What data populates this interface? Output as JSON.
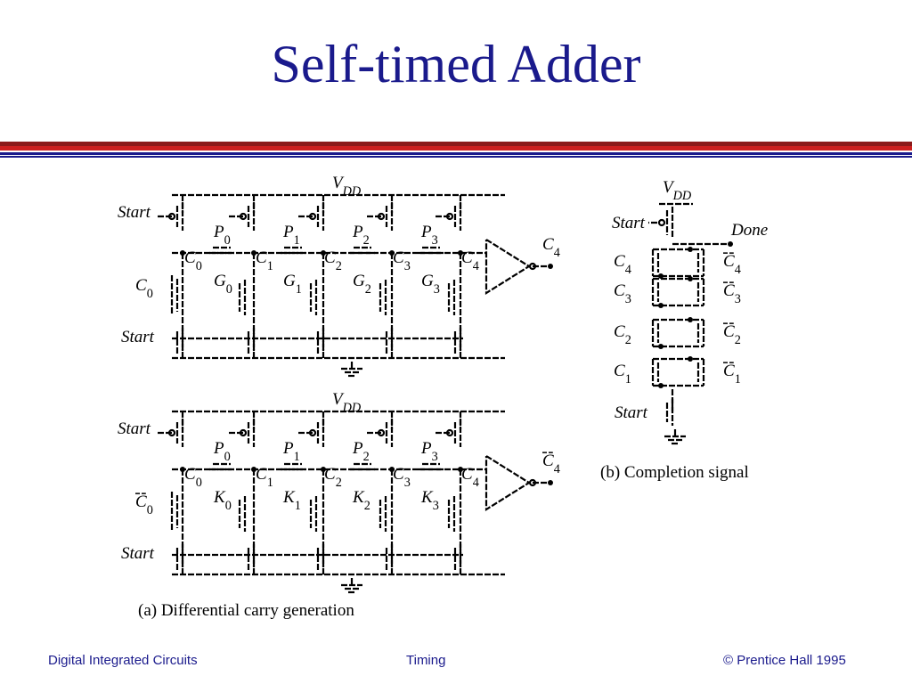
{
  "slide": {
    "title": "Self-timed Adder"
  },
  "circuit_a": {
    "caption": "(a) Differential carry generation",
    "top": {
      "vdd": "V",
      "vdd_sub": "DD",
      "start_top": "Start",
      "start_bottom": "Start",
      "c_in": "C",
      "c_in_sub": "0",
      "p": [
        {
          "b": "P",
          "s": "0"
        },
        {
          "b": "P",
          "s": "1"
        },
        {
          "b": "P",
          "s": "2"
        },
        {
          "b": "P",
          "s": "3"
        }
      ],
      "g": [
        {
          "b": "G",
          "s": "0"
        },
        {
          "b": "G",
          "s": "1"
        },
        {
          "b": "G",
          "s": "2"
        },
        {
          "b": "G",
          "s": "3"
        }
      ],
      "c": [
        {
          "b": "C",
          "s": "0"
        },
        {
          "b": "C",
          "s": "1"
        },
        {
          "b": "C",
          "s": "2"
        },
        {
          "b": "C",
          "s": "3"
        },
        {
          "b": "C",
          "s": "4"
        }
      ],
      "out": "C",
      "out_sub": "4"
    },
    "bottom": {
      "vdd": "V",
      "vdd_sub": "DD",
      "start_top": "Start",
      "start_bottom": "Start",
      "c_in": "C",
      "c_in_sub": "0",
      "p": [
        {
          "b": "P",
          "s": "0"
        },
        {
          "b": "P",
          "s": "1"
        },
        {
          "b": "P",
          "s": "2"
        },
        {
          "b": "P",
          "s": "3"
        }
      ],
      "k": [
        {
          "b": "K",
          "s": "0"
        },
        {
          "b": "K",
          "s": "1"
        },
        {
          "b": "K",
          "s": "2"
        },
        {
          "b": "K",
          "s": "3"
        }
      ],
      "c": [
        {
          "b": "C",
          "s": "0"
        },
        {
          "b": "C",
          "s": "1"
        },
        {
          "b": "C",
          "s": "2"
        },
        {
          "b": "C",
          "s": "3"
        },
        {
          "b": "C",
          "s": "4"
        }
      ],
      "out": "C",
      "out_sub": "4"
    }
  },
  "circuit_b": {
    "caption": "(b) Completion signal",
    "vdd": "V",
    "vdd_sub": "DD",
    "start_top": "Start",
    "start_bottom": "Start",
    "done": "Done",
    "left": [
      {
        "b": "C",
        "s": "4"
      },
      {
        "b": "C",
        "s": "3"
      },
      {
        "b": "C",
        "s": "2"
      },
      {
        "b": "C",
        "s": "1"
      }
    ],
    "right": [
      {
        "b": "C",
        "s": "4"
      },
      {
        "b": "C",
        "s": "3"
      },
      {
        "b": "C",
        "s": "2"
      },
      {
        "b": "C",
        "s": "1"
      }
    ]
  },
  "footer": {
    "left": "Digital Integrated Circuits",
    "center": "Timing",
    "right": "© Prentice Hall 1995"
  },
  "colors": {
    "title": "#1a1a8c",
    "rule_dark_red": "#8b1a1a",
    "rule_red": "#cc1f1f",
    "rule_blue": "#1a1a8c",
    "footer": "#1a1a8c"
  }
}
